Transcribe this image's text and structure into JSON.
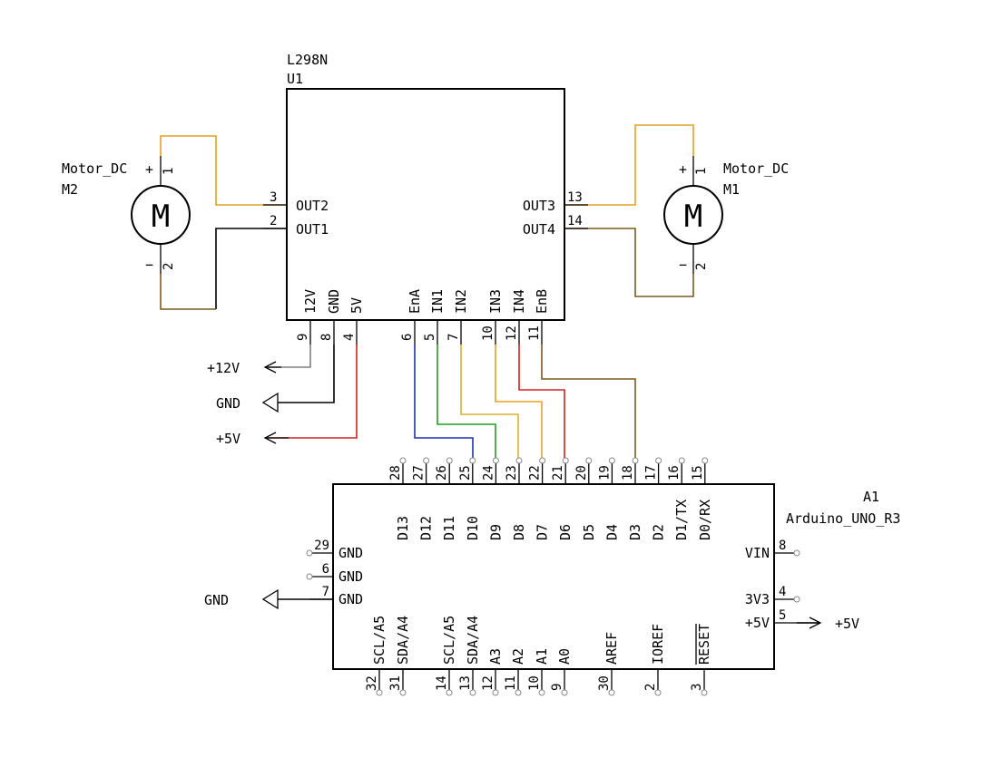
{
  "u1": {
    "value": "L298N",
    "ref": "U1",
    "pins_left": [
      {
        "num": "3",
        "name": "OUT2"
      },
      {
        "num": "2",
        "name": "OUT1"
      }
    ],
    "pins_right": [
      {
        "num": "13",
        "name": "OUT3"
      },
      {
        "num": "14",
        "name": "OUT4"
      }
    ],
    "pins_bottom": [
      {
        "num": "9",
        "name": "12V"
      },
      {
        "num": "8",
        "name": "GND"
      },
      {
        "num": "4",
        "name": "5V"
      },
      {
        "num": "6",
        "name": "EnA"
      },
      {
        "num": "5",
        "name": "IN1"
      },
      {
        "num": "7",
        "name": "IN2"
      },
      {
        "num": "10",
        "name": "IN3"
      },
      {
        "num": "12",
        "name": "IN4"
      },
      {
        "num": "11",
        "name": "EnB"
      }
    ]
  },
  "m2": {
    "value": "Motor_DC",
    "ref": "M2",
    "symbol": "M",
    "plus": "+",
    "minus": "−",
    "pin_top": "1",
    "pin_bottom": "2"
  },
  "m1": {
    "value": "Motor_DC",
    "ref": "M1",
    "symbol": "M",
    "plus": "+",
    "minus": "−",
    "pin_top": "1",
    "pin_bottom": "2"
  },
  "power": {
    "v12": "+12V",
    "gnd1": "GND",
    "v5a": "+5V",
    "gnd2": "GND",
    "v5b": "+5V"
  },
  "a1": {
    "ref": "A1",
    "value": "Arduino_UNO_R3",
    "pins_top": [
      {
        "num": "28",
        "name": "D13"
      },
      {
        "num": "27",
        "name": "D12"
      },
      {
        "num": "26",
        "name": "D11"
      },
      {
        "num": "25",
        "name": "D10"
      },
      {
        "num": "24",
        "name": "D9"
      },
      {
        "num": "23",
        "name": "D8"
      },
      {
        "num": "22",
        "name": "D7"
      },
      {
        "num": "21",
        "name": "D6"
      },
      {
        "num": "20",
        "name": "D5"
      },
      {
        "num": "19",
        "name": "D4"
      },
      {
        "num": "18",
        "name": "D3"
      },
      {
        "num": "17",
        "name": "D2"
      },
      {
        "num": "16",
        "name": "D1/TX"
      },
      {
        "num": "15",
        "name": "D0/RX"
      }
    ],
    "pins_left": [
      {
        "num": "29",
        "name": "GND"
      },
      {
        "num": "6",
        "name": "GND"
      },
      {
        "num": "7",
        "name": "GND"
      }
    ],
    "pins_right": [
      {
        "num": "8",
        "name": "VIN"
      },
      {
        "num": "4",
        "name": "3V3"
      },
      {
        "num": "5",
        "name": "+5V"
      }
    ],
    "pins_bottom": [
      {
        "num": "32",
        "name": "SCL/A5"
      },
      {
        "num": "31",
        "name": "SDA/A4"
      },
      {
        "num": "14",
        "name": "SCL/A5"
      },
      {
        "num": "13",
        "name": "SDA/A4"
      },
      {
        "num": "12",
        "name": "A3"
      },
      {
        "num": "11",
        "name": "A2"
      },
      {
        "num": "10",
        "name": "A1"
      },
      {
        "num": "9",
        "name": "A0"
      },
      {
        "num": "30",
        "name": "AREF"
      },
      {
        "num": "2",
        "name": "IOREF"
      },
      {
        "num": "3",
        "name": "RESET"
      }
    ]
  },
  "wire_colors": {
    "out2": "#e8a020",
    "out1": "#000000",
    "out3": "#e8a020",
    "out4": "#7a5a20",
    "m2_minus": "#7a5a20",
    "v12": "#808080",
    "gnd": "#000000",
    "v5": "#d42020",
    "ena": "#2030b0",
    "in1": "#20a020",
    "in2": "#d8b030",
    "in3": "#e8a020",
    "in4": "#d42020",
    "enb": "#7a5a20"
  }
}
